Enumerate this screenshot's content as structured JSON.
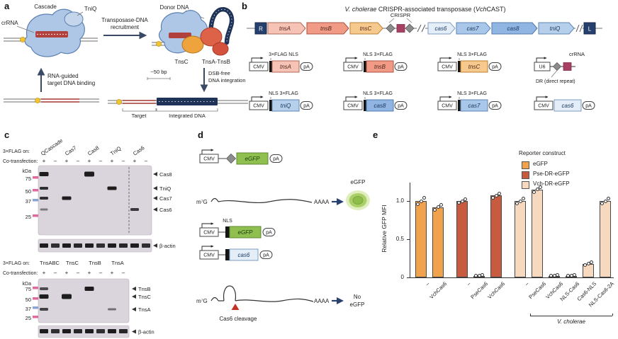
{
  "a": {
    "label": "a",
    "cascade": "Cascade",
    "tniq": "TniQ",
    "crrna": "crRNA",
    "recruit1": "Transposase-DNA",
    "recruit2": "recruitment",
    "donor": "Donor DNA",
    "tnsc": "TnsC",
    "tnsab": "TnsA-TnsB",
    "rna1": "RNA-guided",
    "rna2": "target DNA binding",
    "bp": "~50 bp",
    "dsb1": "DSB-free",
    "dsb2": "DNA integration",
    "target": "Target",
    "integrated": "Integrated DNA"
  },
  "b": {
    "label": "b",
    "title_i1": "V. cholerae",
    "title_r1": " CRISPR-associated transposase (",
    "title_i2": "Vch",
    "title_r2": "CAST)",
    "operon": {
      "r": "R",
      "tnsA": "tnsA",
      "tnsB": "tnsB",
      "tnsC": "tnsC",
      "crispr": "CRISPR",
      "cas6": "cas6",
      "cas7": "cas7",
      "cas8": "cas8",
      "tniQ": "tniQ",
      "l": "L"
    },
    "constructs": [
      {
        "tag": "3×FLAG NLS",
        "promoter": "CMV",
        "gene": "tnsA",
        "pa": "pA"
      },
      {
        "tag": "NLS 3×FLAG",
        "promoter": "CMV",
        "gene": "tnsB",
        "pa": "pA"
      },
      {
        "tag": "NLS 3×FLAG",
        "promoter": "CMV",
        "gene": "tnsC",
        "pa": "pA"
      },
      {
        "tag": "crRNA",
        "promoter": "U6",
        "note": "DR (direct repeat)"
      },
      {
        "tag": "NLS 3×FLAG",
        "promoter": "CMV",
        "gene": "tniQ",
        "pa": "pA"
      },
      {
        "tag": "NLS 3×FLAG",
        "promoter": "CMV",
        "gene": "cas8",
        "pa": "pA"
      },
      {
        "tag": "NLS 3×FLAG",
        "promoter": "CMV",
        "gene": "cas7",
        "pa": "pA"
      },
      {
        "promoter": "CMV",
        "gene": "cas6",
        "pa": "pA"
      }
    ]
  },
  "c": {
    "label": "c",
    "blot1": {
      "flag_on": "3×FLAG on:",
      "cotransfection": "Co-transfection:",
      "groups": [
        "QCascade",
        "Cas7",
        "Cas8",
        "TniQ",
        "Cas6"
      ],
      "lanes": [
        "+",
        "–",
        "+",
        "–",
        "+",
        "–",
        "+",
        "–",
        "+",
        "–"
      ],
      "kda": "kDa",
      "markers": [
        "75",
        "50",
        "37",
        "25"
      ],
      "bands": [
        "Cas8",
        "TniQ",
        "Cas7",
        "Cas6"
      ],
      "actin": "β-actin"
    },
    "blot2": {
      "flag_on": "3×FLAG on:",
      "cotransfection": "Co-transfection:",
      "groups": [
        "TnsABC",
        "TnsC",
        "TnsB",
        "TnsA"
      ],
      "lanes": [
        "+",
        "–",
        "+",
        "–",
        "+",
        "–",
        "+",
        "–"
      ],
      "kda": "kDa",
      "markers": [
        "75",
        "50",
        "37",
        "25"
      ],
      "bands": [
        "TnsB",
        "TnsC",
        "TnsA"
      ],
      "actin": "β-actin"
    }
  },
  "d": {
    "label": "d",
    "cmv": "CMV",
    "pa": "pA",
    "egfp": "eGFP",
    "nls": "NLS",
    "cas6": "cas6",
    "m7g": "m⁷G",
    "aaaa": "AAAA",
    "egfp_result": "eGFP",
    "no1": "No",
    "no2": "eGFP",
    "cleavage": "Cas6 cleavage"
  },
  "e": {
    "label": "e"
  },
  "chart_data": {
    "type": "bar",
    "ylabel": "Relative GFP MFI",
    "ylim": [
      0,
      1.25
    ],
    "grid": false,
    "legend_position": "top-right",
    "legend_title": "Reporter construct",
    "yticks": [
      {
        "label": "0",
        "value": 0
      },
      {
        "label": "0.5",
        "value": 0.5
      },
      {
        "label": "1.0",
        "value": 1.0
      }
    ],
    "series": [
      {
        "name": "eGFP",
        "color": "#F0A24C"
      },
      {
        "name": "Pse-DR-eGFP",
        "color": "#C65B40"
      },
      {
        "name": "Vch-DR-eGFP",
        "color": "#F6D9BF"
      }
    ],
    "bars": [
      {
        "label": "–",
        "group": 0,
        "value": 1.0,
        "points": [
          0.96,
          1.0,
          1.04
        ]
      },
      {
        "label": "VchCas6",
        "group": 0,
        "value": 0.92,
        "points": [
          0.88,
          0.92,
          0.95
        ]
      },
      {
        "label": "–",
        "group": 1,
        "value": 1.0,
        "points": [
          0.98,
          1.0,
          1.02
        ]
      },
      {
        "label": "PseCas6",
        "group": 1,
        "value": 0.02,
        "points": [
          0.02,
          0.02,
          0.03
        ]
      },
      {
        "label": "VchCas6",
        "group": 1,
        "value": 1.07,
        "points": [
          1.04,
          1.07,
          1.1
        ]
      },
      {
        "label": "–",
        "group": 2,
        "value": 1.0,
        "points": [
          0.97,
          1.0,
          1.03
        ]
      },
      {
        "label": "PseCas6",
        "group": 2,
        "value": 1.15,
        "points": [
          1.12,
          1.15,
          1.18
        ]
      },
      {
        "label": "VchCas6",
        "group": 2,
        "value": 0.02,
        "points": [
          0.02,
          0.02,
          0.03
        ]
      },
      {
        "label": "NLS-Cas6",
        "group": 2,
        "value": 0.02,
        "points": [
          0.02,
          0.02,
          0.03
        ]
      },
      {
        "label": "Cas6-NLS",
        "group": 2,
        "value": 0.18,
        "points": [
          0.16,
          0.18,
          0.2
        ]
      },
      {
        "label": "NLS-Cas6-2A",
        "group": 2,
        "value": 1.0,
        "points": [
          0.97,
          1.0,
          1.03
        ]
      }
    ],
    "bracket": {
      "label": "V. cholerae",
      "from": 7,
      "to": 10
    }
  }
}
